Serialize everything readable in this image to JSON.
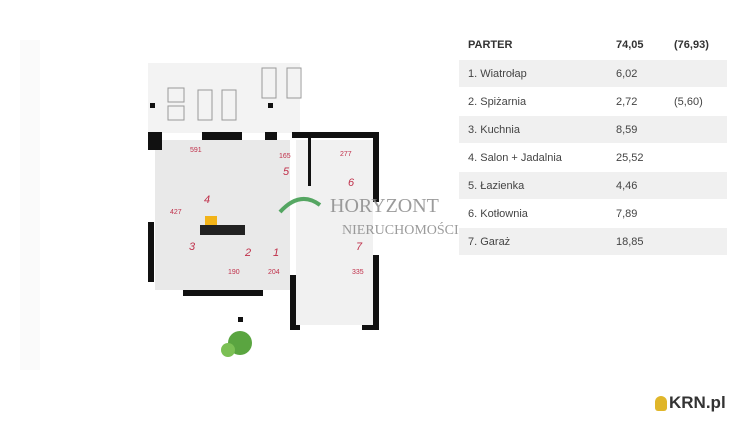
{
  "table": {
    "header": {
      "label": "PARTER",
      "area": "74,05",
      "area_total": "(76,93)"
    },
    "rows": [
      {
        "label": "1. Wiatrołap",
        "area": "6,02",
        "extra": ""
      },
      {
        "label": "2. Spiżarnia",
        "area": "2,72",
        "extra": "(5,60)"
      },
      {
        "label": "3. Kuchnia",
        "area": "8,59",
        "extra": ""
      },
      {
        "label": "4. Salon + Jadalnia",
        "area": "25,52",
        "extra": ""
      },
      {
        "label": "5. Łazienka",
        "area": "4,46",
        "extra": ""
      },
      {
        "label": "6. Kotłownia",
        "area": "7,89",
        "extra": ""
      },
      {
        "label": "7. Garaż",
        "area": "18,85",
        "extra": ""
      }
    ]
  },
  "plan": {
    "room_numbers": [
      "1",
      "2",
      "3",
      "4",
      "5",
      "6",
      "7"
    ],
    "dimensions": [
      "591",
      "165",
      "277",
      "427",
      "190",
      "204",
      "335"
    ]
  },
  "watermark": {
    "line1": "HORYZONT",
    "line2": "NIERUCHOMOŚCI"
  },
  "logo": {
    "text": "KRN.pl"
  }
}
